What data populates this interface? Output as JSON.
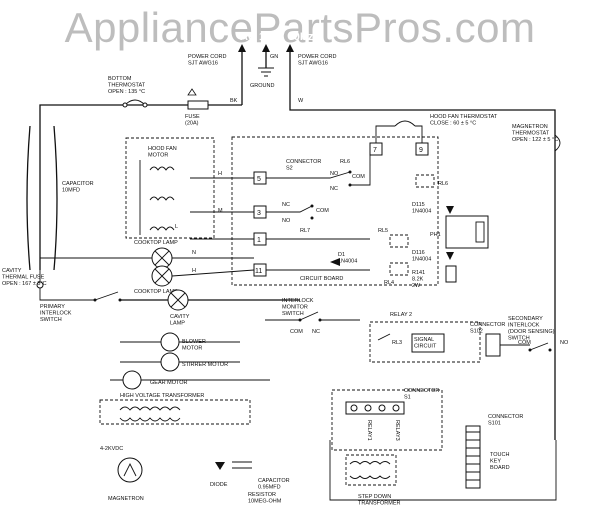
{
  "watermark": "AppliancePartsPros.com",
  "power": {
    "header": "AC 120V 60Hz",
    "cord_left": "POWER CORD\nSJT AWG16",
    "cord_right": "POWER CORD\nSJT AWG16",
    "gn": "GN",
    "ground": "GROUND",
    "bk": "BK",
    "w": "W"
  },
  "components": {
    "bottom_thermostat": "BOTTOM\nTHERMOSTAT\nOPEN : 135 °C",
    "fuse": "FUSE\n(20A)",
    "hood_fan_thermostat": "HOOD FAN THERMOSTAT\nCLOSE : 60 ± 5 °C",
    "magnetron_thermostat": "MAGNETRON\nTHERMOSTAT\nOPEN : 122 ± 5 °C",
    "hood_fan_motor": "HOOD FAN\nMOTOR",
    "capacitor": "CAPACITOR\n10MFD",
    "connector_s2": "CONNECTOR\nS2",
    "rl6": "RL6",
    "rl7": "RL7",
    "rl5": "RL5",
    "rl4": "RL4",
    "d115": "D115\n1N4004",
    "d116": "D116\n1N4004",
    "d1": "D1\n1N4004",
    "ph1": "PH1",
    "r141": "R141\n8.2K\n2W",
    "cooktop_lamp_1": "COOKTOP LAMP",
    "cooktop_lamp_2": "COOKTOP LAMP",
    "circuit_board": "CIRCUIT BOARD",
    "cavity_fuse": "CAVITY\nTHERMAL FUSE\nOPEN : 167 ± 5°C",
    "primary_interlock": "PRIMARY\nINTERLOCK\nSWITCH",
    "cavity_lamp": "CAVITY\nLAMP",
    "interlock_monitor": "INTERLOCK\nMONITOR\nSWITCH",
    "relay2": "RELAY 2",
    "rl3": "RL3",
    "signal_circuit": "SIGNAL\nCIRCUIT",
    "connector_s102": "CONNECTOR\nS102",
    "secondary_interlock": "SECONDARY\nINTERLOCK\n(DOOR SENSING)\nSWITCH",
    "blower_motor": "BLOWER\nMOTOR",
    "stirrer_motor": "STIRRER MOTOR",
    "gear_motor": "GEAR MOTOR",
    "hv_transformer": "HIGH VOLTAGE TRANSFORMER",
    "connector_s1": "CONNECTOR\nS1",
    "kv": "4-2KVDC",
    "magnetron": "MAGNETRON",
    "diode": "DIODE",
    "hv_capacitor": "CAPACITOR\n0.95MFD",
    "resistor": "RESISTOR\n10MEG-OHM",
    "connector_s101": "CONNECTOR\nS101",
    "touch_board": "TOUCH\nKEY\nBOARD",
    "step_down": "STEP DOWN\nTRANSFORMER",
    "relay1": "RELAY1",
    "relay3": "RELAY3"
  },
  "terminals": [
    "5",
    "3",
    "1",
    "11",
    "7",
    "9"
  ],
  "contacts": {
    "com": "COM",
    "nc": "NC",
    "no": "NO",
    "n": "N",
    "l": "L",
    "h": "H",
    "m": "M",
    "cooktop_n": "N",
    "cooktop_h": "H"
  }
}
